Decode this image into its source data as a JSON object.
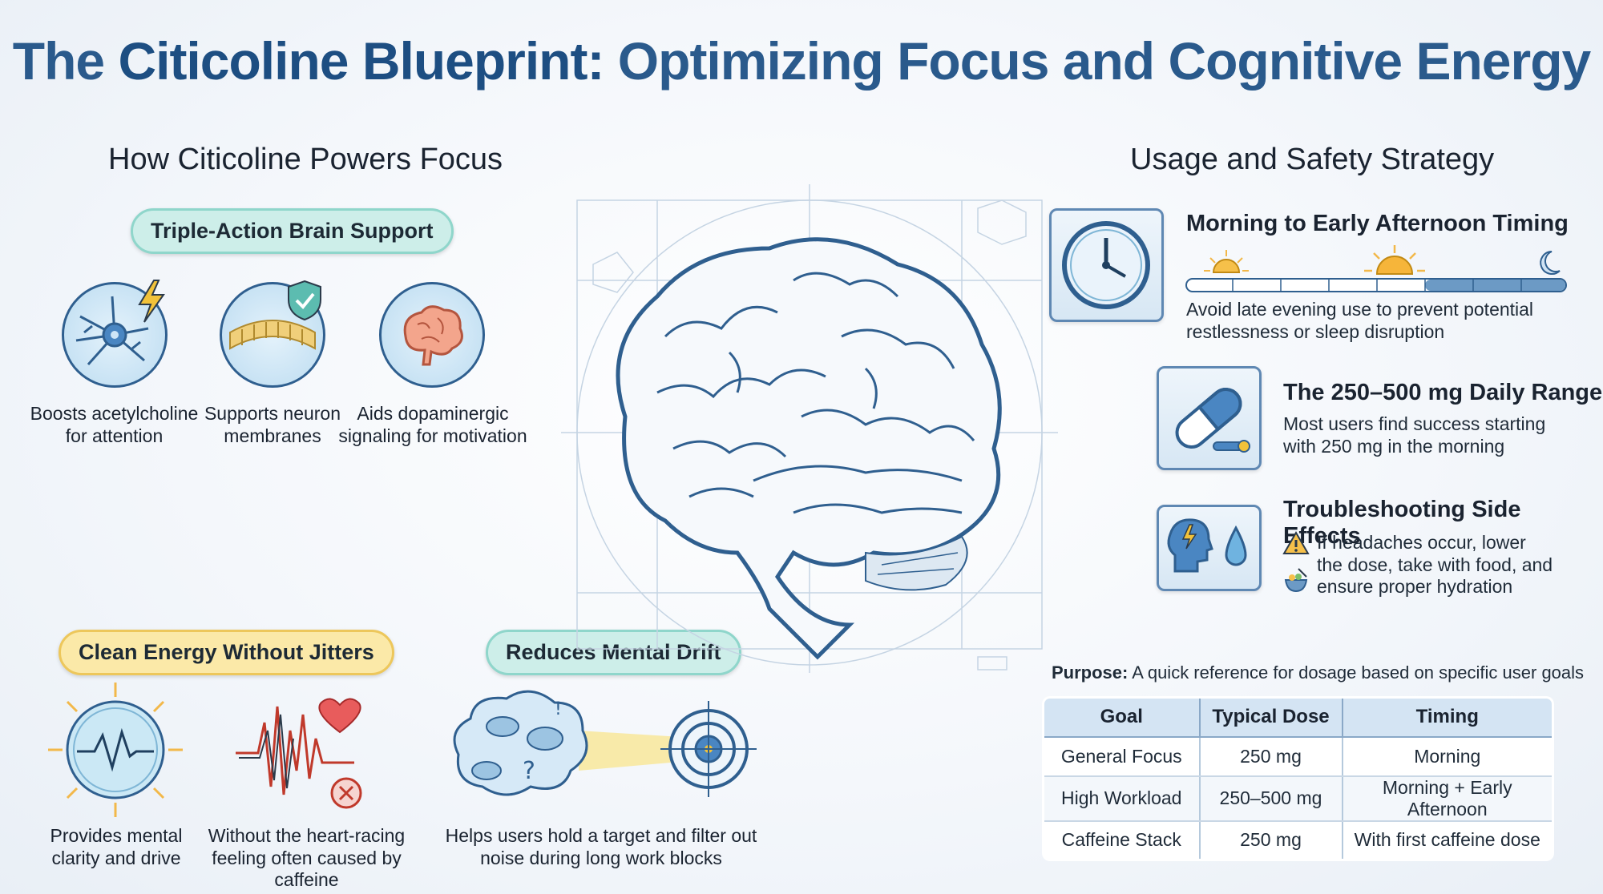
{
  "title": {
    "pre": "The ",
    "bold": "Citicoline Blueprint:",
    "post": " Optimizing Focus and Cognitive Energy"
  },
  "left": {
    "heading": "How Citicoline Powers Focus",
    "triple": {
      "badge": "Triple-Action Brain Support",
      "items": [
        {
          "icon": "neuron-icon",
          "caption": "Boosts acetylcholine\nfor attention"
        },
        {
          "icon": "membrane-icon",
          "caption": "Supports neuron\nmembranes"
        },
        {
          "icon": "brain-icon",
          "caption": "Aids dopaminergic\nsignaling for motivation"
        }
      ]
    },
    "energy": {
      "badge": "Clean Energy Without Jitters",
      "items": [
        {
          "icon": "heartbeat-sun-icon",
          "caption": "Provides mental\nclarity and drive"
        },
        {
          "icon": "erratic-heartbeat-icon",
          "caption": "Without the heart-racing\nfeeling often caused by\ncaffeine"
        }
      ]
    },
    "drift": {
      "badge": "Reduces Mental Drift",
      "caption": "Helps users hold a target and filter out\nnoise during long work blocks"
    }
  },
  "right": {
    "heading": "Usage and Safety Strategy",
    "timing": {
      "title": "Morning to Early Afternoon Timing",
      "text": "Avoid late evening use to prevent potential\nrestlessness or sleep disruption"
    },
    "range": {
      "title": "The 250–500 mg Daily Range",
      "text": "Most users find success starting\nwith 250 mg in the morning"
    },
    "trouble": {
      "title": "Troubleshooting Side Effects",
      "text": "If headaches occur, lower\nthe dose, take with food, and\nensure proper hydration"
    },
    "purpose": {
      "label": "Purpose:",
      "text": " A quick reference for dosage based on specific user goals"
    },
    "table": {
      "headers": [
        "Goal",
        "Typical Dose",
        "Timing"
      ],
      "rows": [
        [
          "General Focus",
          "250 mg",
          "Morning"
        ],
        [
          "High Workload",
          "250–500 mg",
          "Morning + Early Afternoon"
        ],
        [
          "Caffeine Stack",
          "250 mg",
          "With first caffeine dose"
        ]
      ]
    }
  },
  "colors": {
    "primary": "#1d4e82",
    "teal": "#8fd6cb",
    "yellow": "#edc75b",
    "line": "#2f5f8f"
  }
}
